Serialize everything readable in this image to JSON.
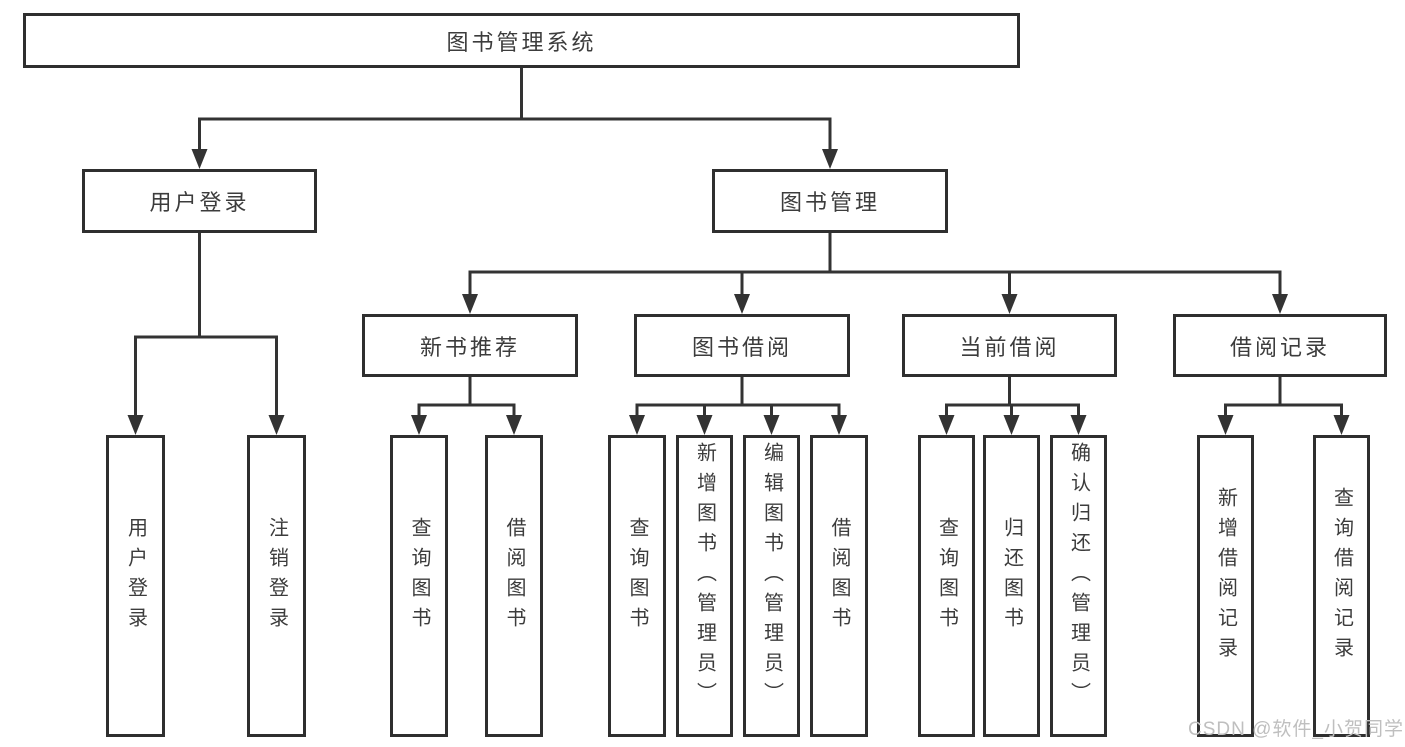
{
  "diagram": {
    "title": "图书管理系统",
    "root": {
      "label": "图书管理系统"
    },
    "branches": [
      {
        "label": "用户登录",
        "children": [
          {
            "label": "用户登录"
          },
          {
            "label": "注销登录"
          }
        ]
      },
      {
        "label": "图书管理",
        "children": [
          {
            "label": "新书推荐",
            "children": [
              {
                "label": "查询图书"
              },
              {
                "label": "借阅图书"
              }
            ]
          },
          {
            "label": "图书借阅",
            "children": [
              {
                "label": "查询图书"
              },
              {
                "label": "新增图书（管理员）"
              },
              {
                "label": "编辑图书（管理员）"
              },
              {
                "label": "借阅图书"
              }
            ]
          },
          {
            "label": "当前借阅",
            "children": [
              {
                "label": "查询图书"
              },
              {
                "label": "归还图书"
              },
              {
                "label": "确认归还（管理员）"
              }
            ]
          },
          {
            "label": "借阅记录",
            "children": [
              {
                "label": "新增借阅记录"
              },
              {
                "label": "查询借阅记录"
              }
            ]
          }
        ]
      }
    ]
  },
  "watermark": {
    "text": "CSDN @软件_小贺同学"
  },
  "colors": {
    "line": "#333333",
    "box_border": "#2f2f2f",
    "text": "#3c3c3c",
    "background": "#ffffff",
    "watermark": "#bfbfbf"
  }
}
